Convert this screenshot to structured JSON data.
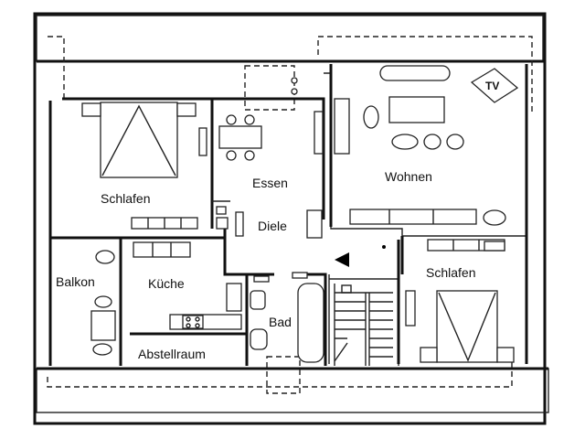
{
  "rooms": {
    "schlafen_left": "Schlafen",
    "essen": "Essen",
    "wohnen": "Wohnen",
    "diele": "Diele",
    "balkon": "Balkon",
    "kueche": "Küche",
    "bad": "Bad",
    "schlafen_right": "Schlafen",
    "abstellraum": "Abstellraum"
  },
  "tv_label": "TV"
}
